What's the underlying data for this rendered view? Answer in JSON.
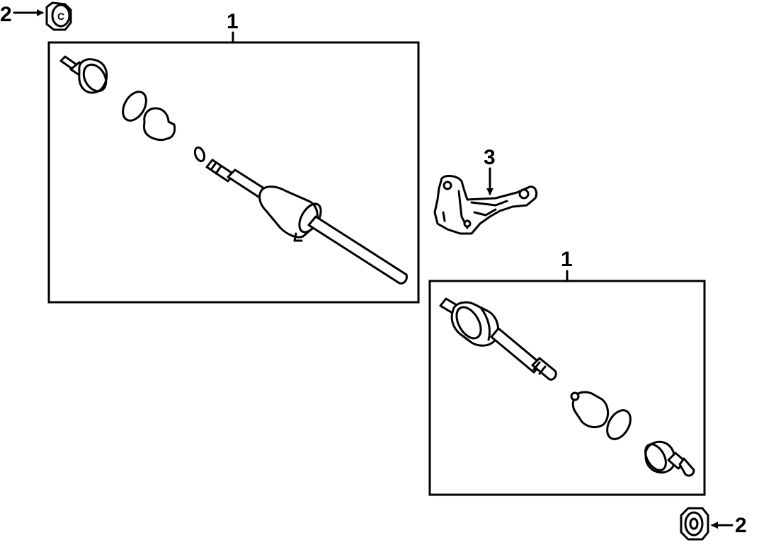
{
  "callouts": {
    "box_left": "1",
    "box_right": "1",
    "nut_top": "2",
    "nut_bottom": "2",
    "bracket": "3",
    "nut_top_letter": "C"
  },
  "colors": {
    "ink": "#000000",
    "paper": "#ffffff"
  }
}
